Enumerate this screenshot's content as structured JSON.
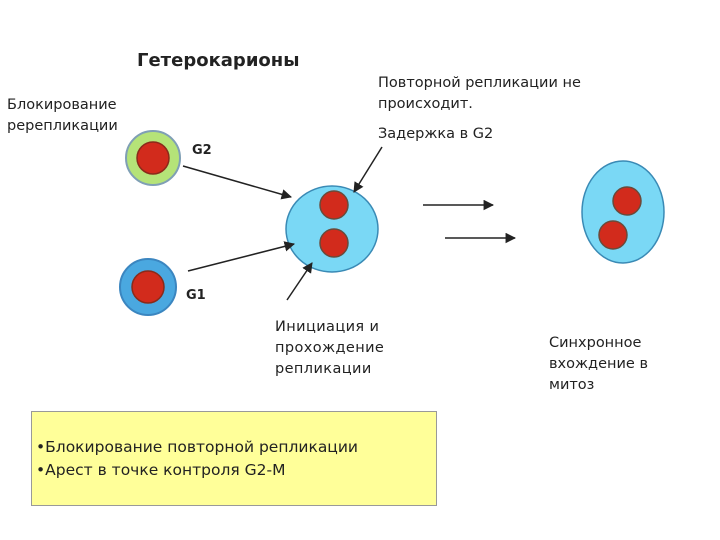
{
  "title": "Гетерокарионы",
  "left_label": {
    "line1": "Блокирование",
    "line2": "ререпликации"
  },
  "top_right_note": {
    "line1": "Повторной репликации не",
    "line2": "происходит."
  },
  "delay_note": "Задержка в G2",
  "g2_label": "G2",
  "g1_label": "G1",
  "initiation_note": {
    "line1": "Инициация и",
    "line2": "прохождение",
    "line3": "репликации"
  },
  "sync_note": {
    "line1": "Синхронное",
    "line2": "вхождение в",
    "line3": "митоз"
  },
  "legend": {
    "bullet": "•",
    "item1": "Блокирование повторной репликации",
    "item2": "Арест в точке контроля G2-M"
  },
  "colors": {
    "g2_cell": "#b5e378",
    "g1_cell": "#4aa8e0",
    "fused_cell": "#7ad8f5",
    "nucleus": "#d22b1c",
    "legend_bg": "#ffff99"
  }
}
